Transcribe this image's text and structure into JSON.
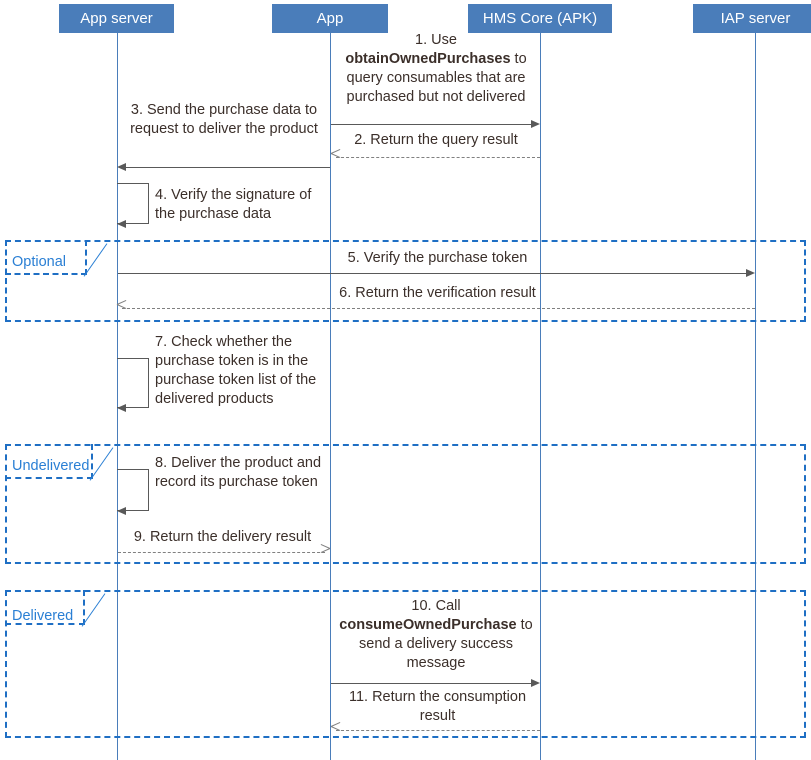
{
  "diagram": {
    "title": "HMS Core IAP consumable delivery sequence",
    "type": "sequence-diagram",
    "colors": {
      "participant_fill": "#4a7dba",
      "participant_text": "#ffffff",
      "lifeline": "#4a7dba",
      "message_line": "#595959",
      "message_text": "#3b2f2a",
      "fragment_border": "#1f6fc4",
      "fragment_label_text": "#2a7fd4",
      "background": "#ffffff"
    }
  },
  "participants": [
    {
      "id": "app-server",
      "label": "App server"
    },
    {
      "id": "app",
      "label": "App"
    },
    {
      "id": "hms-core",
      "label": "HMS Core (APK)"
    },
    {
      "id": "iap-server",
      "label": "IAP server"
    }
  ],
  "fragments": [
    {
      "id": "optional",
      "label": "Optional"
    },
    {
      "id": "undelivered",
      "label": "Undelivered"
    },
    {
      "id": "delivered",
      "label": "Delivered"
    }
  ],
  "messages": [
    {
      "number": "1",
      "from": "app",
      "to": "hms-core",
      "style": "solid",
      "direction": "right",
      "text_parts": [
        {
          "text": "1. Use ",
          "bold": false
        },
        {
          "text": "obtainOwnedPurchases",
          "bold": true
        },
        {
          "text": " to query consumables that are purchased but not delivered",
          "bold": false
        }
      ],
      "plain_text": "1. Use obtainOwnedPurchases to query consumables that are purchased but not delivered"
    },
    {
      "number": "2",
      "from": "hms-core",
      "to": "app",
      "style": "dashed",
      "direction": "left",
      "plain_text": "2. Return the query result"
    },
    {
      "number": "3",
      "from": "app",
      "to": "app-server",
      "style": "solid",
      "direction": "left",
      "plain_text": "3. Send the purchase data to request to deliver the product"
    },
    {
      "number": "4",
      "from": "app-server",
      "to": "app-server",
      "style": "self",
      "direction": "left",
      "plain_text": "4. Verify the signature of the purchase data"
    },
    {
      "number": "5",
      "from": "app-server",
      "to": "iap-server",
      "style": "solid",
      "direction": "right",
      "fragment": "optional",
      "plain_text": "5. Verify the purchase token"
    },
    {
      "number": "6",
      "from": "iap-server",
      "to": "app-server",
      "style": "dashed",
      "direction": "left",
      "fragment": "optional",
      "plain_text": "6. Return the verification result"
    },
    {
      "number": "7",
      "from": "app-server",
      "to": "app-server",
      "style": "self",
      "direction": "left",
      "plain_text": "7. Check whether the purchase token is in the purchase token list of the delivered products"
    },
    {
      "number": "8",
      "from": "app-server",
      "to": "app-server",
      "style": "self",
      "direction": "left",
      "fragment": "undelivered",
      "plain_text": "8. Deliver the product and record its purchase token"
    },
    {
      "number": "9",
      "from": "app-server",
      "to": "app",
      "style": "dashed",
      "direction": "right",
      "fragment": "undelivered",
      "plain_text": "9. Return the delivery result"
    },
    {
      "number": "10",
      "from": "app",
      "to": "hms-core",
      "style": "solid",
      "direction": "right",
      "fragment": "delivered",
      "text_parts": [
        {
          "text": "10. Call ",
          "bold": false
        },
        {
          "text": "consumeOwnedPurchase",
          "bold": true
        },
        {
          "text": " to send a delivery success message",
          "bold": false
        }
      ],
      "plain_text": "10. Call consumeOwnedPurchase to send a delivery success message"
    },
    {
      "number": "11",
      "from": "hms-core",
      "to": "app",
      "style": "dashed",
      "direction": "left",
      "fragment": "delivered",
      "plain_text": "11. Return the consumption result"
    }
  ]
}
